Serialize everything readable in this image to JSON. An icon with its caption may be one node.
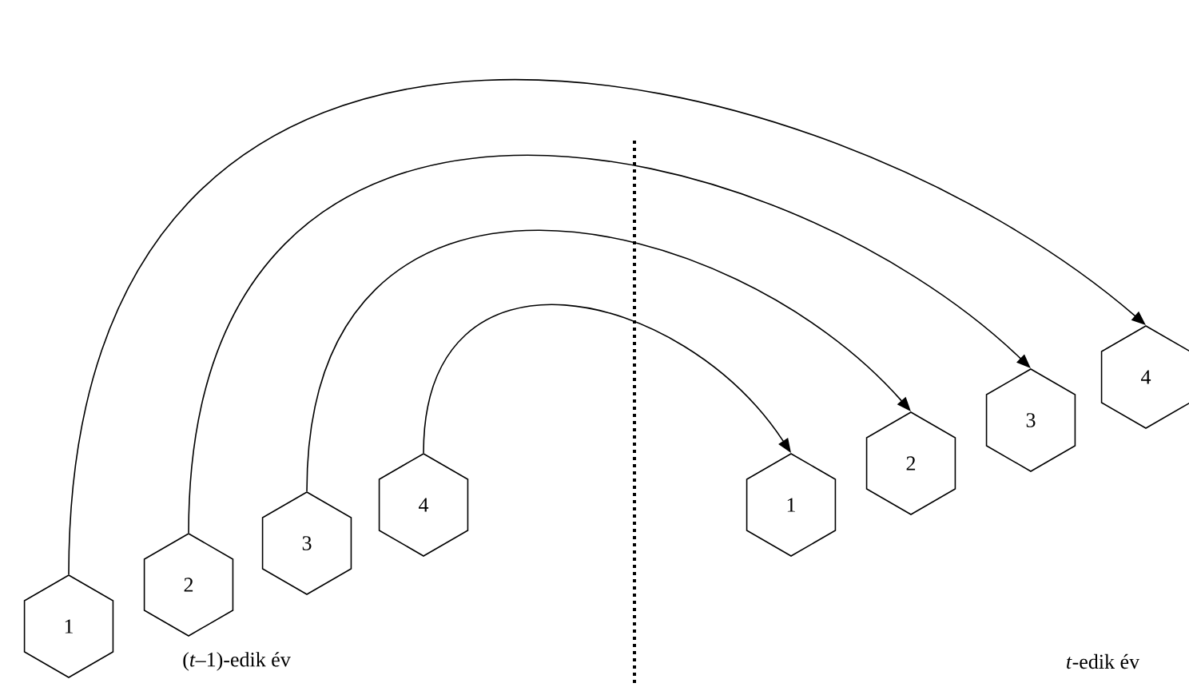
{
  "diagram": {
    "nodes": [
      {
        "text": [
          "1"
        ]
      },
      {
        "text": [
          "2"
        ]
      },
      {
        "text": [
          "3"
        ]
      },
      {
        "text": [
          "4"
        ]
      },
      {
        "text": [
          "1"
        ]
      },
      {
        "text": [
          "2"
        ]
      },
      {
        "text": [
          "3"
        ]
      },
      {
        "text": [
          "4"
        ]
      }
    ],
    "edges": [
      {
        "from": 3,
        "to": 4,
        "arrow": "to"
      },
      {
        "from": 2,
        "to": 5,
        "arrow": "to"
      },
      {
        "from": 1,
        "to": 6,
        "arrow": "to"
      },
      {
        "from": 0,
        "to": 7,
        "arrow": "to"
      }
    ],
    "labels": [
      "(*t*–1)-edik év",
      "*t*-edik év"
    ]
  }
}
